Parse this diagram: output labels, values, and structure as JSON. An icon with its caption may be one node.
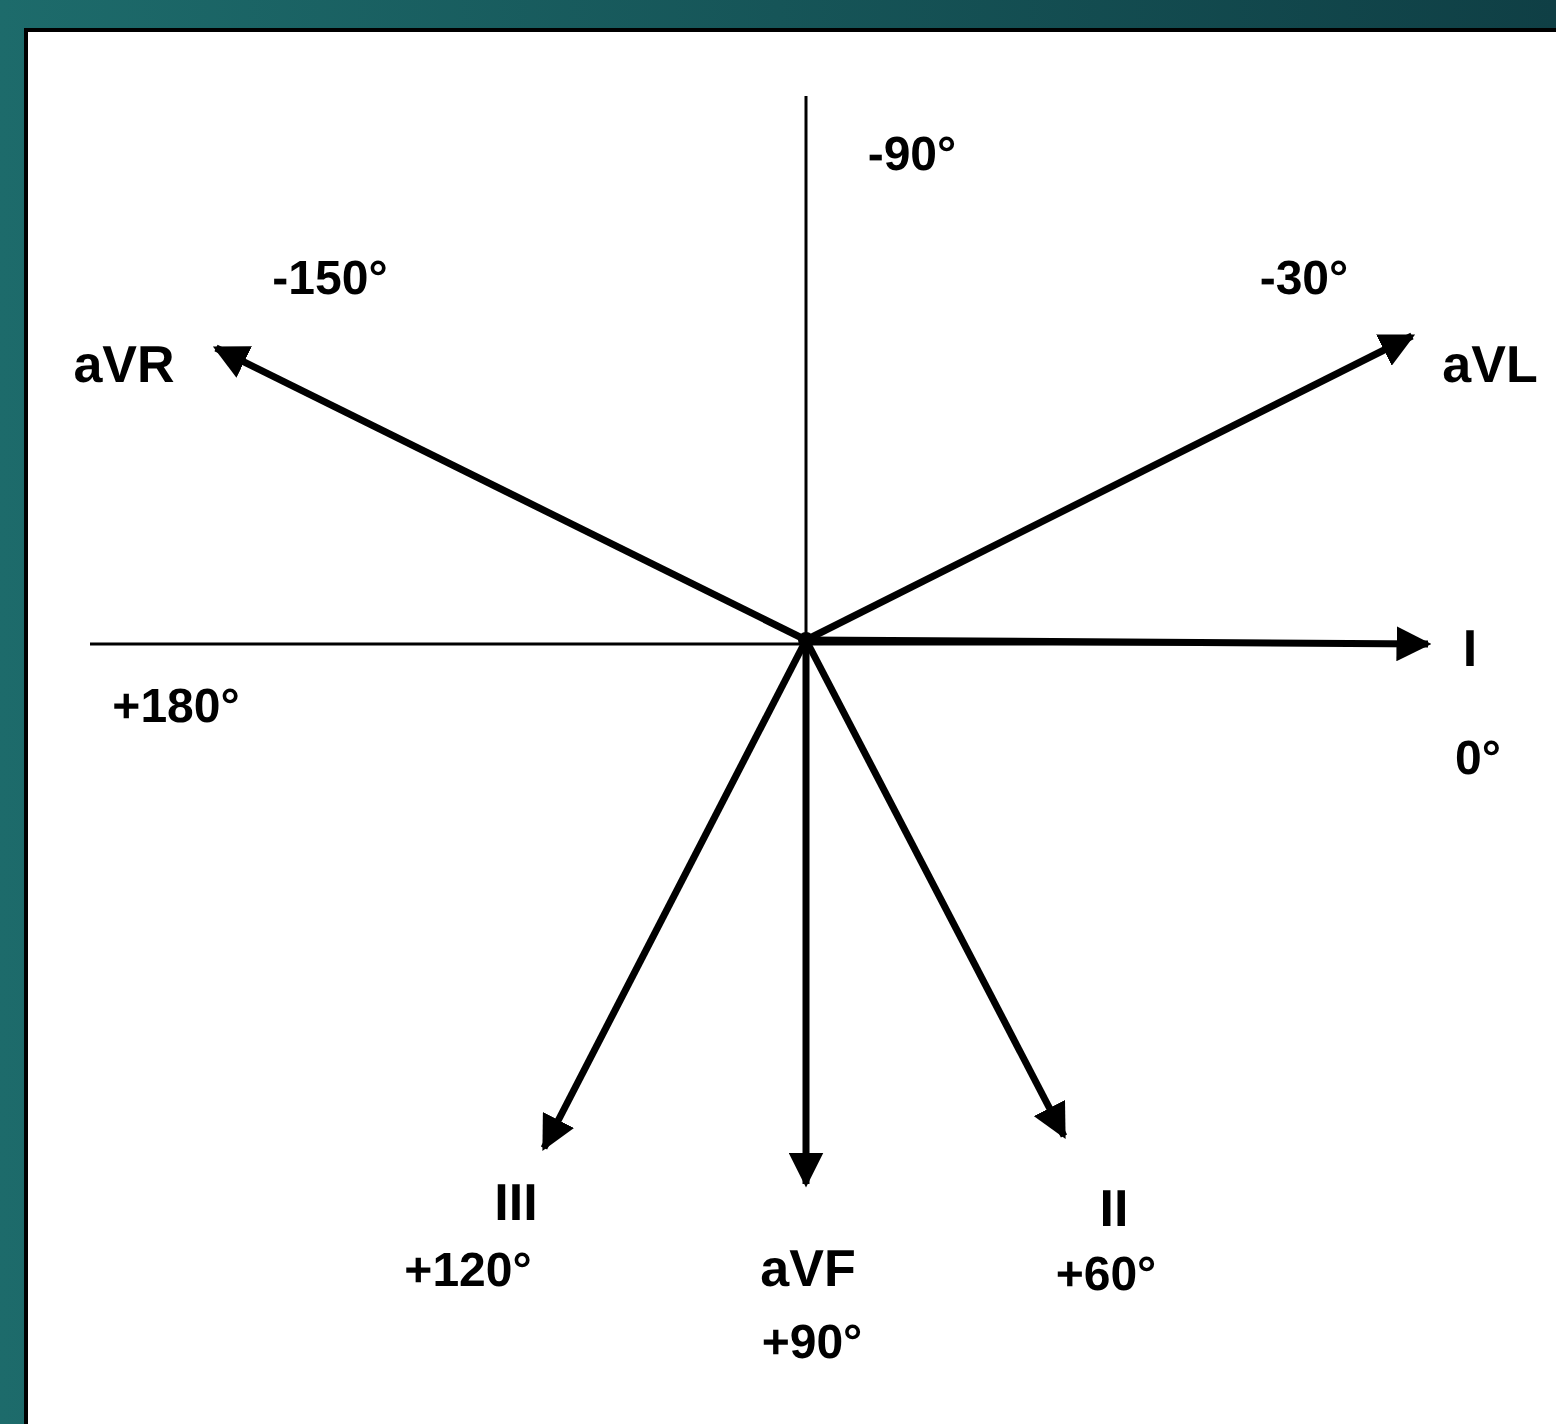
{
  "diagram": {
    "nodes": [
      {
        "text": [],
        "shape": "circle"
      },
      {
        "text": [
          "aVR"
        ],
        "beside": [
          "-150°"
        ]
      },
      {
        "text": [
          "aVL"
        ],
        "beside": [
          "-30°"
        ]
      },
      {
        "text": [
          "I"
        ],
        "beside": [
          "0°"
        ]
      },
      {
        "text": [
          "II"
        ],
        "beside": [
          "+60°"
        ]
      },
      {
        "text": [
          "aVF"
        ],
        "beside": [
          "+90°"
        ]
      },
      {
        "text": [
          "III"
        ],
        "beside": [
          "+120°"
        ]
      }
    ],
    "edges": [
      {
        "from": 0,
        "to": 1,
        "arrow": "to"
      },
      {
        "from": 0,
        "to": 2,
        "arrow": "to"
      },
      {
        "from": 0,
        "to": 3,
        "arrow": "to"
      },
      {
        "from": 0,
        "to": 4,
        "arrow": "to"
      },
      {
        "from": 0,
        "to": 5,
        "arrow": "to"
      },
      {
        "from": 0,
        "to": 6,
        "arrow": "to"
      }
    ],
    "labels": [
      "-90°",
      "+180°"
    ]
  }
}
